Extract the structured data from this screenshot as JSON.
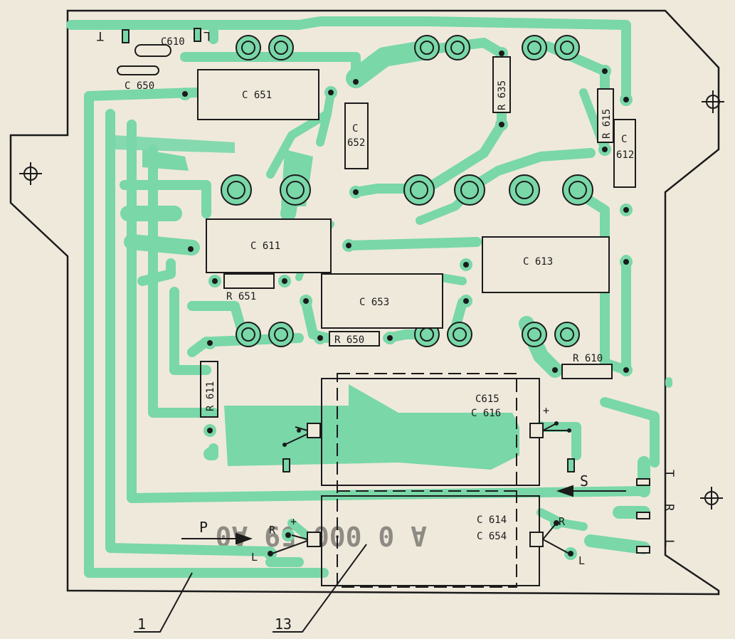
{
  "board": {
    "colors": {
      "paper": "#efe9dc",
      "copper": "#79d7a8",
      "ink": "#1b1b1b",
      "pad_hole": "#efe9dc"
    }
  },
  "components": {
    "c610": "C610",
    "c650": "C 650",
    "c651": "C 651",
    "c652_a": "C",
    "c652_b": "652",
    "r635": "R 635",
    "r615": "R 615",
    "c612_a": "C",
    "c612_b": "612",
    "c611": "C 611",
    "r651": "R 651",
    "c613": "C 613",
    "c653": "C 653",
    "r650": "R 650",
    "r610": "R 610",
    "r611": "R 611",
    "c615": "C615",
    "c616": "C 616",
    "c614": "C 614",
    "c654": "C 654"
  },
  "connector_marks": {
    "plus_top": "+",
    "plus_bottom": "+",
    "r_left": "R",
    "l_left": "L",
    "r_right": "R",
    "l_right": "L",
    "edge_t": "T",
    "edge_r": "R",
    "edge_l": "L",
    "top_left_t": "T",
    "top_left_l": "L"
  },
  "arrows": {
    "p": "P",
    "s": "S"
  },
  "callouts": {
    "one": "1",
    "thirteen": "13"
  },
  "background_text": "A 0 000 59 A0"
}
